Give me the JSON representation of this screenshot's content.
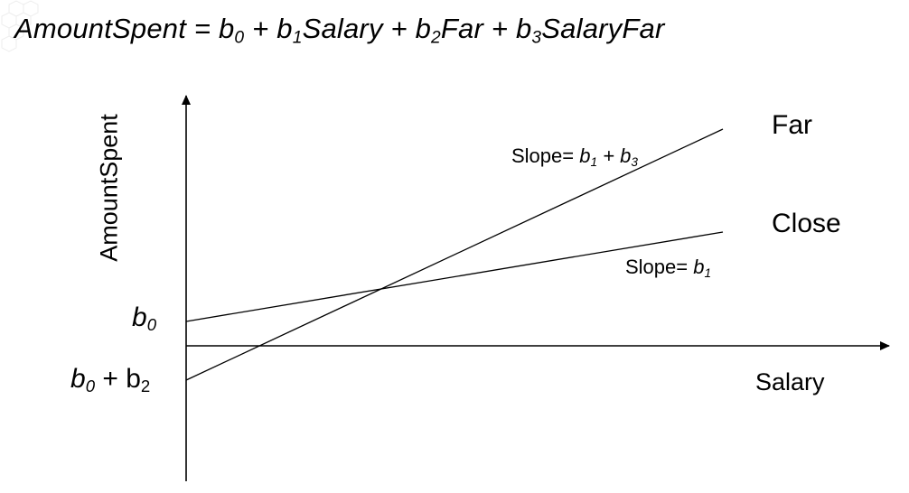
{
  "equation": {
    "parts": [
      {
        "t": "AmountSpent = b"
      },
      {
        "sub": "0"
      },
      {
        "t": " + b"
      },
      {
        "sub": "1"
      },
      {
        "t": "Salary + b"
      },
      {
        "sub": "2"
      },
      {
        "t": "Far + b"
      },
      {
        "sub": "3"
      },
      {
        "t": "SalaryFar"
      }
    ]
  },
  "axes": {
    "y_title": "AmountSpent",
    "x_title": "Salary"
  },
  "intercepts": {
    "close": {
      "b": "b",
      "sub": "0"
    },
    "far": {
      "b": "b",
      "sub": "0",
      "rest": " + b",
      "rest_num": "2"
    }
  },
  "lines": {
    "far": {
      "name": "Far",
      "slope_prefix": "Slope= ",
      "slope_b1": "b",
      "slope_b1_sub": "1",
      "slope_plus": " + ",
      "slope_b3": "b",
      "slope_b3_sub": "3"
    },
    "close": {
      "name": "Close",
      "slope_prefix": "Slope= ",
      "slope_b": "b",
      "slope_b_sub": "1"
    }
  },
  "colors": {
    "ink": "#000000",
    "background": "#ffffff"
  }
}
